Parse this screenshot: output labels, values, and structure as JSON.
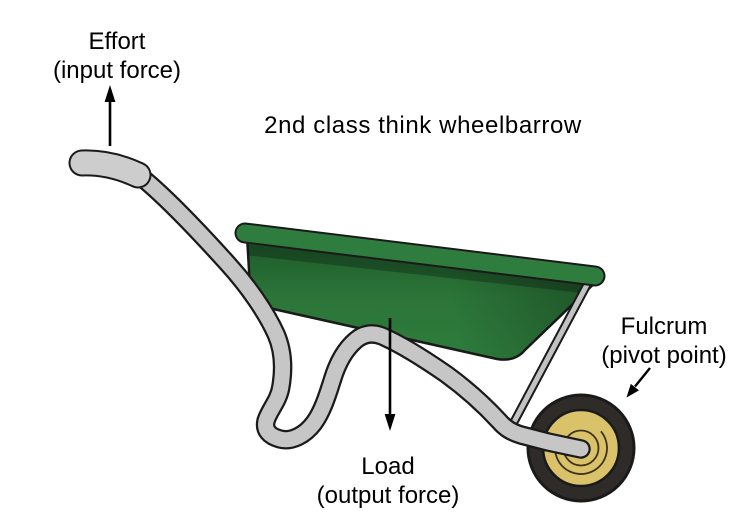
{
  "diagram": {
    "title": "2nd class think wheelbarrow",
    "labels": {
      "effort": {
        "line1": "Effort",
        "line2": "(input force)"
      },
      "load": {
        "line1": "Load",
        "line2": "(output force)"
      },
      "fulcrum": {
        "line1": "Fulcrum",
        "line2": "(pivot point)"
      }
    },
    "parts": {
      "bin": "green tray",
      "frame": "gray tubular handle and leg",
      "wheel": "front wheel (fulcrum)"
    }
  },
  "colors": {
    "background": "#ffffff",
    "outline": "#1a1a1a",
    "text": "#000000",
    "arrow_black": "#000000",
    "tube_gray": "#c6c6c6",
    "grip_gray": "#cdcdcd",
    "strut_gray": "#c2c2c2",
    "bin_green_top": "#1c5628",
    "bin_green_mid": "#2b7538",
    "bin_green_low": "#2e7d3d",
    "rim_green": "#2f7d3e",
    "tire_black": "#2e2b28",
    "hub_tan": "#d9c269",
    "hub_detail": "#3f3217"
  }
}
